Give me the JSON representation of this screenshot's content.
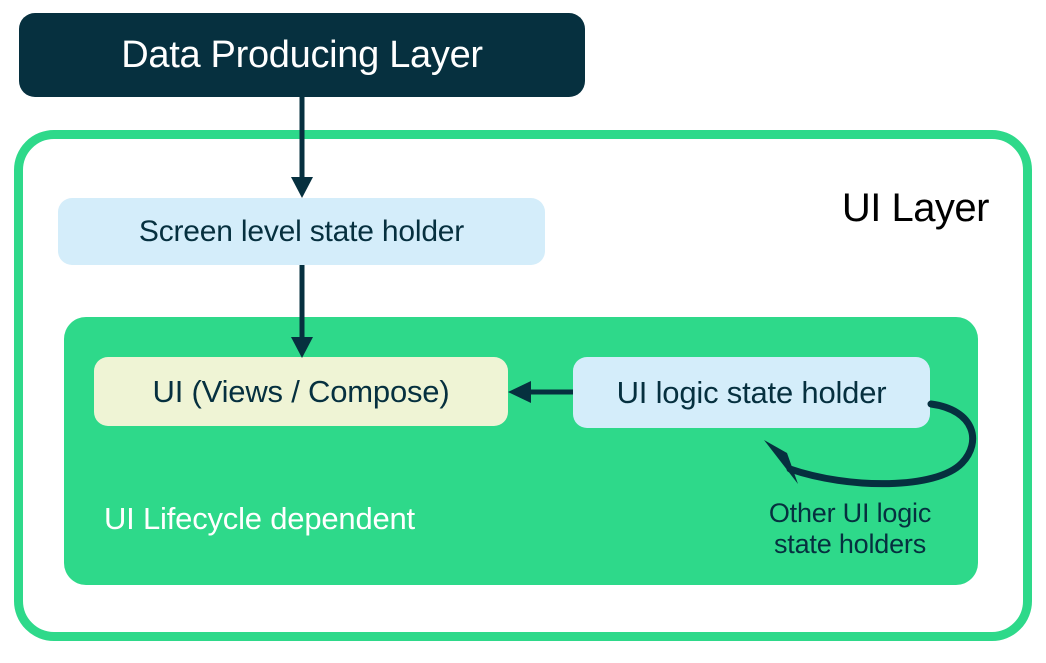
{
  "diagram": {
    "title": "Android UI Layer architecture diagram",
    "colors": {
      "dark_navy": "#06303F",
      "green_accent": "#2ED98A",
      "light_blue": "#D4EDFA",
      "cream": "#EFF4D5",
      "white": "#FFFFFF",
      "black": "#000000"
    },
    "data_producing_layer": {
      "label": "Data Producing Layer"
    },
    "ui_layer": {
      "title": "UI Layer",
      "screen_state_holder": {
        "label": "Screen level state holder"
      },
      "lifecycle_box": {
        "label": "UI Lifecycle dependent",
        "ui_views": {
          "label": "UI (Views / Compose)"
        },
        "ui_logic_state_holder": {
          "label": "UI logic state holder"
        },
        "other_holders_caption": {
          "line1": "Other UI logic",
          "line2": "state holders"
        }
      }
    },
    "arrows": [
      {
        "name": "data-producing-to-screen-state",
        "direction": "down",
        "from": "Data Producing Layer",
        "to": "Screen level state holder"
      },
      {
        "name": "screen-state-to-ui-views",
        "direction": "down",
        "from": "Screen level state holder",
        "to": "UI (Views / Compose)"
      },
      {
        "name": "ui-logic-to-ui-views",
        "direction": "left",
        "from": "UI logic state holder",
        "to": "UI (Views / Compose)"
      },
      {
        "name": "ui-logic-self-loop",
        "direction": "curved-loop",
        "from": "UI logic state holder",
        "to": "UI logic state holder"
      }
    ]
  }
}
